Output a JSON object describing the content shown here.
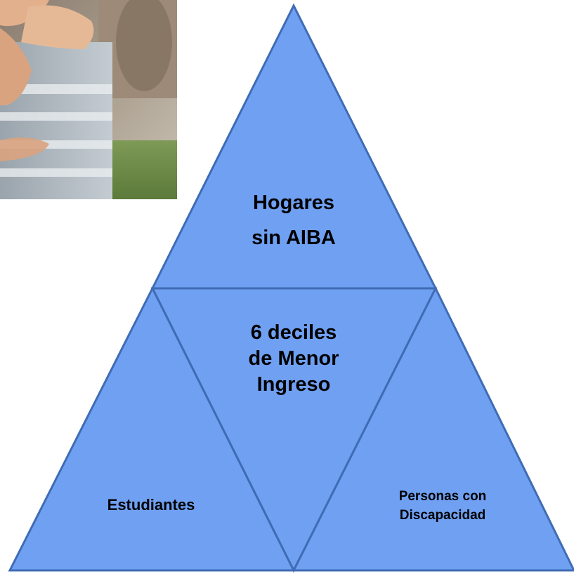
{
  "photo": {
    "icon": "child-photo"
  },
  "diagram": {
    "fill_color": "#6fa0f2",
    "edge_color": "#3f6cb4",
    "segments": {
      "top": {
        "line1": "Hogares",
        "line2": "sin AIBA"
      },
      "center": {
        "line1": "6 deciles",
        "line2": "de Menor",
        "line3": "Ingreso"
      },
      "left": {
        "line1": "Estudiantes"
      },
      "right": {
        "line1": "Personas con",
        "line2": "Discapacidad"
      }
    }
  }
}
